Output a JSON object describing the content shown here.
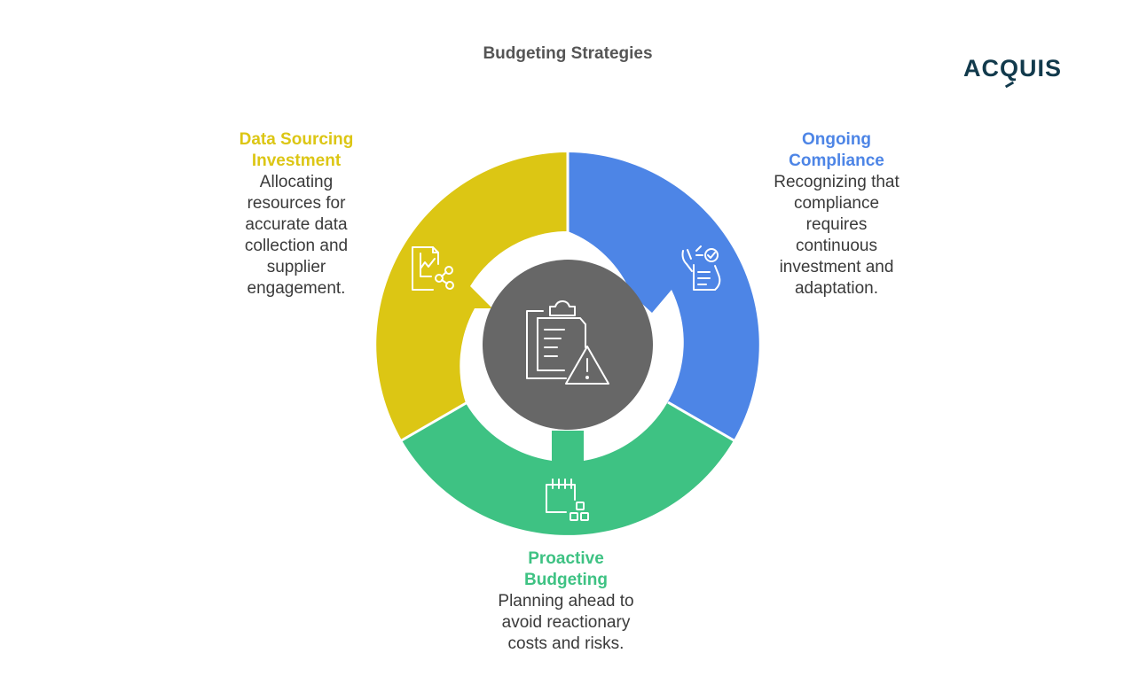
{
  "title": "Budgeting Strategies",
  "brand": {
    "pre": "AC",
    "q": "Q",
    "post": "UIS"
  },
  "colors": {
    "yellow": "#dcc614",
    "blue": "#4d85e6",
    "green": "#3ec283",
    "center": "#676767",
    "logo": "#123a4c"
  },
  "segments": [
    {
      "key": "data",
      "heading_lines": [
        "Data Sourcing",
        "Investment"
      ],
      "description_lines": [
        "Allocating",
        "resources for",
        "accurate data",
        "collection and",
        "supplier",
        "engagement."
      ],
      "icon": "chart-share-icon"
    },
    {
      "key": "compliance",
      "heading_lines": [
        "Ongoing",
        "Compliance"
      ],
      "description_lines": [
        "Recognizing that",
        "compliance",
        "requires",
        "continuous",
        "investment and",
        "adaptation."
      ],
      "icon": "checklist-hand-icon"
    },
    {
      "key": "proactive",
      "heading_lines": [
        "Proactive",
        "Budgeting"
      ],
      "description_lines": [
        "Planning ahead to",
        "avoid reactionary",
        "costs and risks."
      ],
      "icon": "calendar-blocks-icon"
    }
  ],
  "center_icon": "clipboard-warning-icon"
}
